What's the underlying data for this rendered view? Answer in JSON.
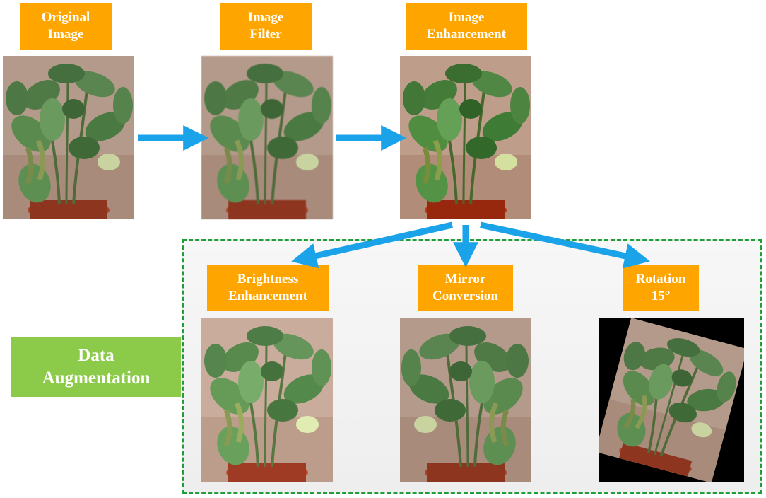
{
  "steps": {
    "original": "Original\nImage",
    "filter": "Image\nFilter",
    "enhancement": "Image\nEnhancement"
  },
  "augmentations": {
    "brightness": "Brightness\nEnhancement",
    "mirror": "Mirror\nConversion",
    "rotation": "Rotation\n15°"
  },
  "group_label": "Data\nAugmentation",
  "colors": {
    "label_bg": "#FFA500",
    "group_bg": "#8CCB4A",
    "group_border": "#1E9E3A",
    "arrow": "#1AA3E8"
  }
}
